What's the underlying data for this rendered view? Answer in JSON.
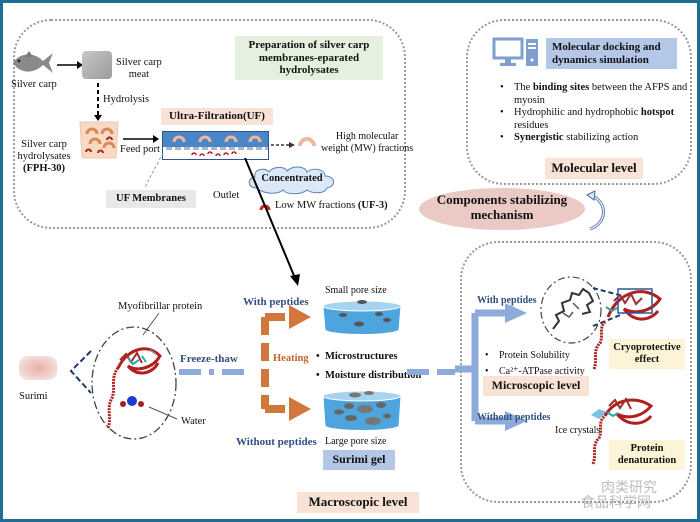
{
  "top_left_panel": {
    "title_lines": [
      "Preparation of silver carp",
      "membranes-eparated",
      "hydrolysates"
    ],
    "silver_carp": "Silver carp",
    "meat_lines": [
      "Silver carp",
      "meat"
    ],
    "hydrolysis": "Hydrolysis",
    "hydrolysates_lines": [
      "Silver carp",
      "hydrolysates"
    ],
    "hydrolysates_code": "(FPH-30)",
    "feed_port": "Feed port",
    "uf_label": "Ultra-Filtration(UF)",
    "uf_membranes": "UF Membranes",
    "outlet": "Outlet",
    "high_mw_lines": [
      "High molecular",
      "weight (MW) fractions"
    ],
    "concentrated": "Concentrated",
    "low_mw_text": "Low MW fractions ",
    "low_mw_code": "(UF-3)"
  },
  "top_right_panel": {
    "title_lines": [
      "Molecular docking and",
      "dynamics simulation"
    ],
    "bullets": [
      {
        "pre": "The ",
        "bold": "binding sites",
        "post": " between the AFPS and myosin"
      },
      {
        "pre": "Hydrophilic and hydrophobic ",
        "bold": "hotspot",
        "post": " residues"
      },
      {
        "pre": "",
        "bold": "Synergistic",
        "post": " stabilizing action"
      }
    ],
    "level": "Molecular level"
  },
  "mechanism": {
    "lines": [
      "Components stabilizing",
      "mechanism"
    ]
  },
  "macroscopic": {
    "myofibrillar_protein": "Myofibrillar protein",
    "surimi": "Surimi",
    "water": "Water",
    "freeze_thaw": "Freeze-thaw",
    "heating": "Heating",
    "with_peptides": "With peptides",
    "without_peptides": "Without peptides",
    "small_pore": "Small pore size",
    "large_pore": "Large pore size",
    "bullets": [
      "Microstructures",
      "Moisture distribution"
    ],
    "surimi_gel": "Surimi gel",
    "level": "Macroscopic level"
  },
  "microscopic": {
    "with_peptides": "With peptides",
    "without_peptides": "Without peptides",
    "bullets": [
      "Protein Solubility",
      "Ca²⁺-ATPase activity"
    ],
    "level": "Microscopic level",
    "cryoprotective_lines": [
      "Cryoprotective",
      "effect"
    ],
    "ice_crystals": "Ice crystals",
    "denaturation_lines": [
      "Protein",
      "denaturation"
    ]
  },
  "watermark": {
    "line1": "肉类研究",
    "line2": "食品科学网"
  },
  "colors": {
    "frame": "#1f6f94",
    "orange_arrow": "#d2773a",
    "blue_arrow": "#8eaadb",
    "dark_dash": "#1f3864",
    "protein_red": "#b02020"
  }
}
